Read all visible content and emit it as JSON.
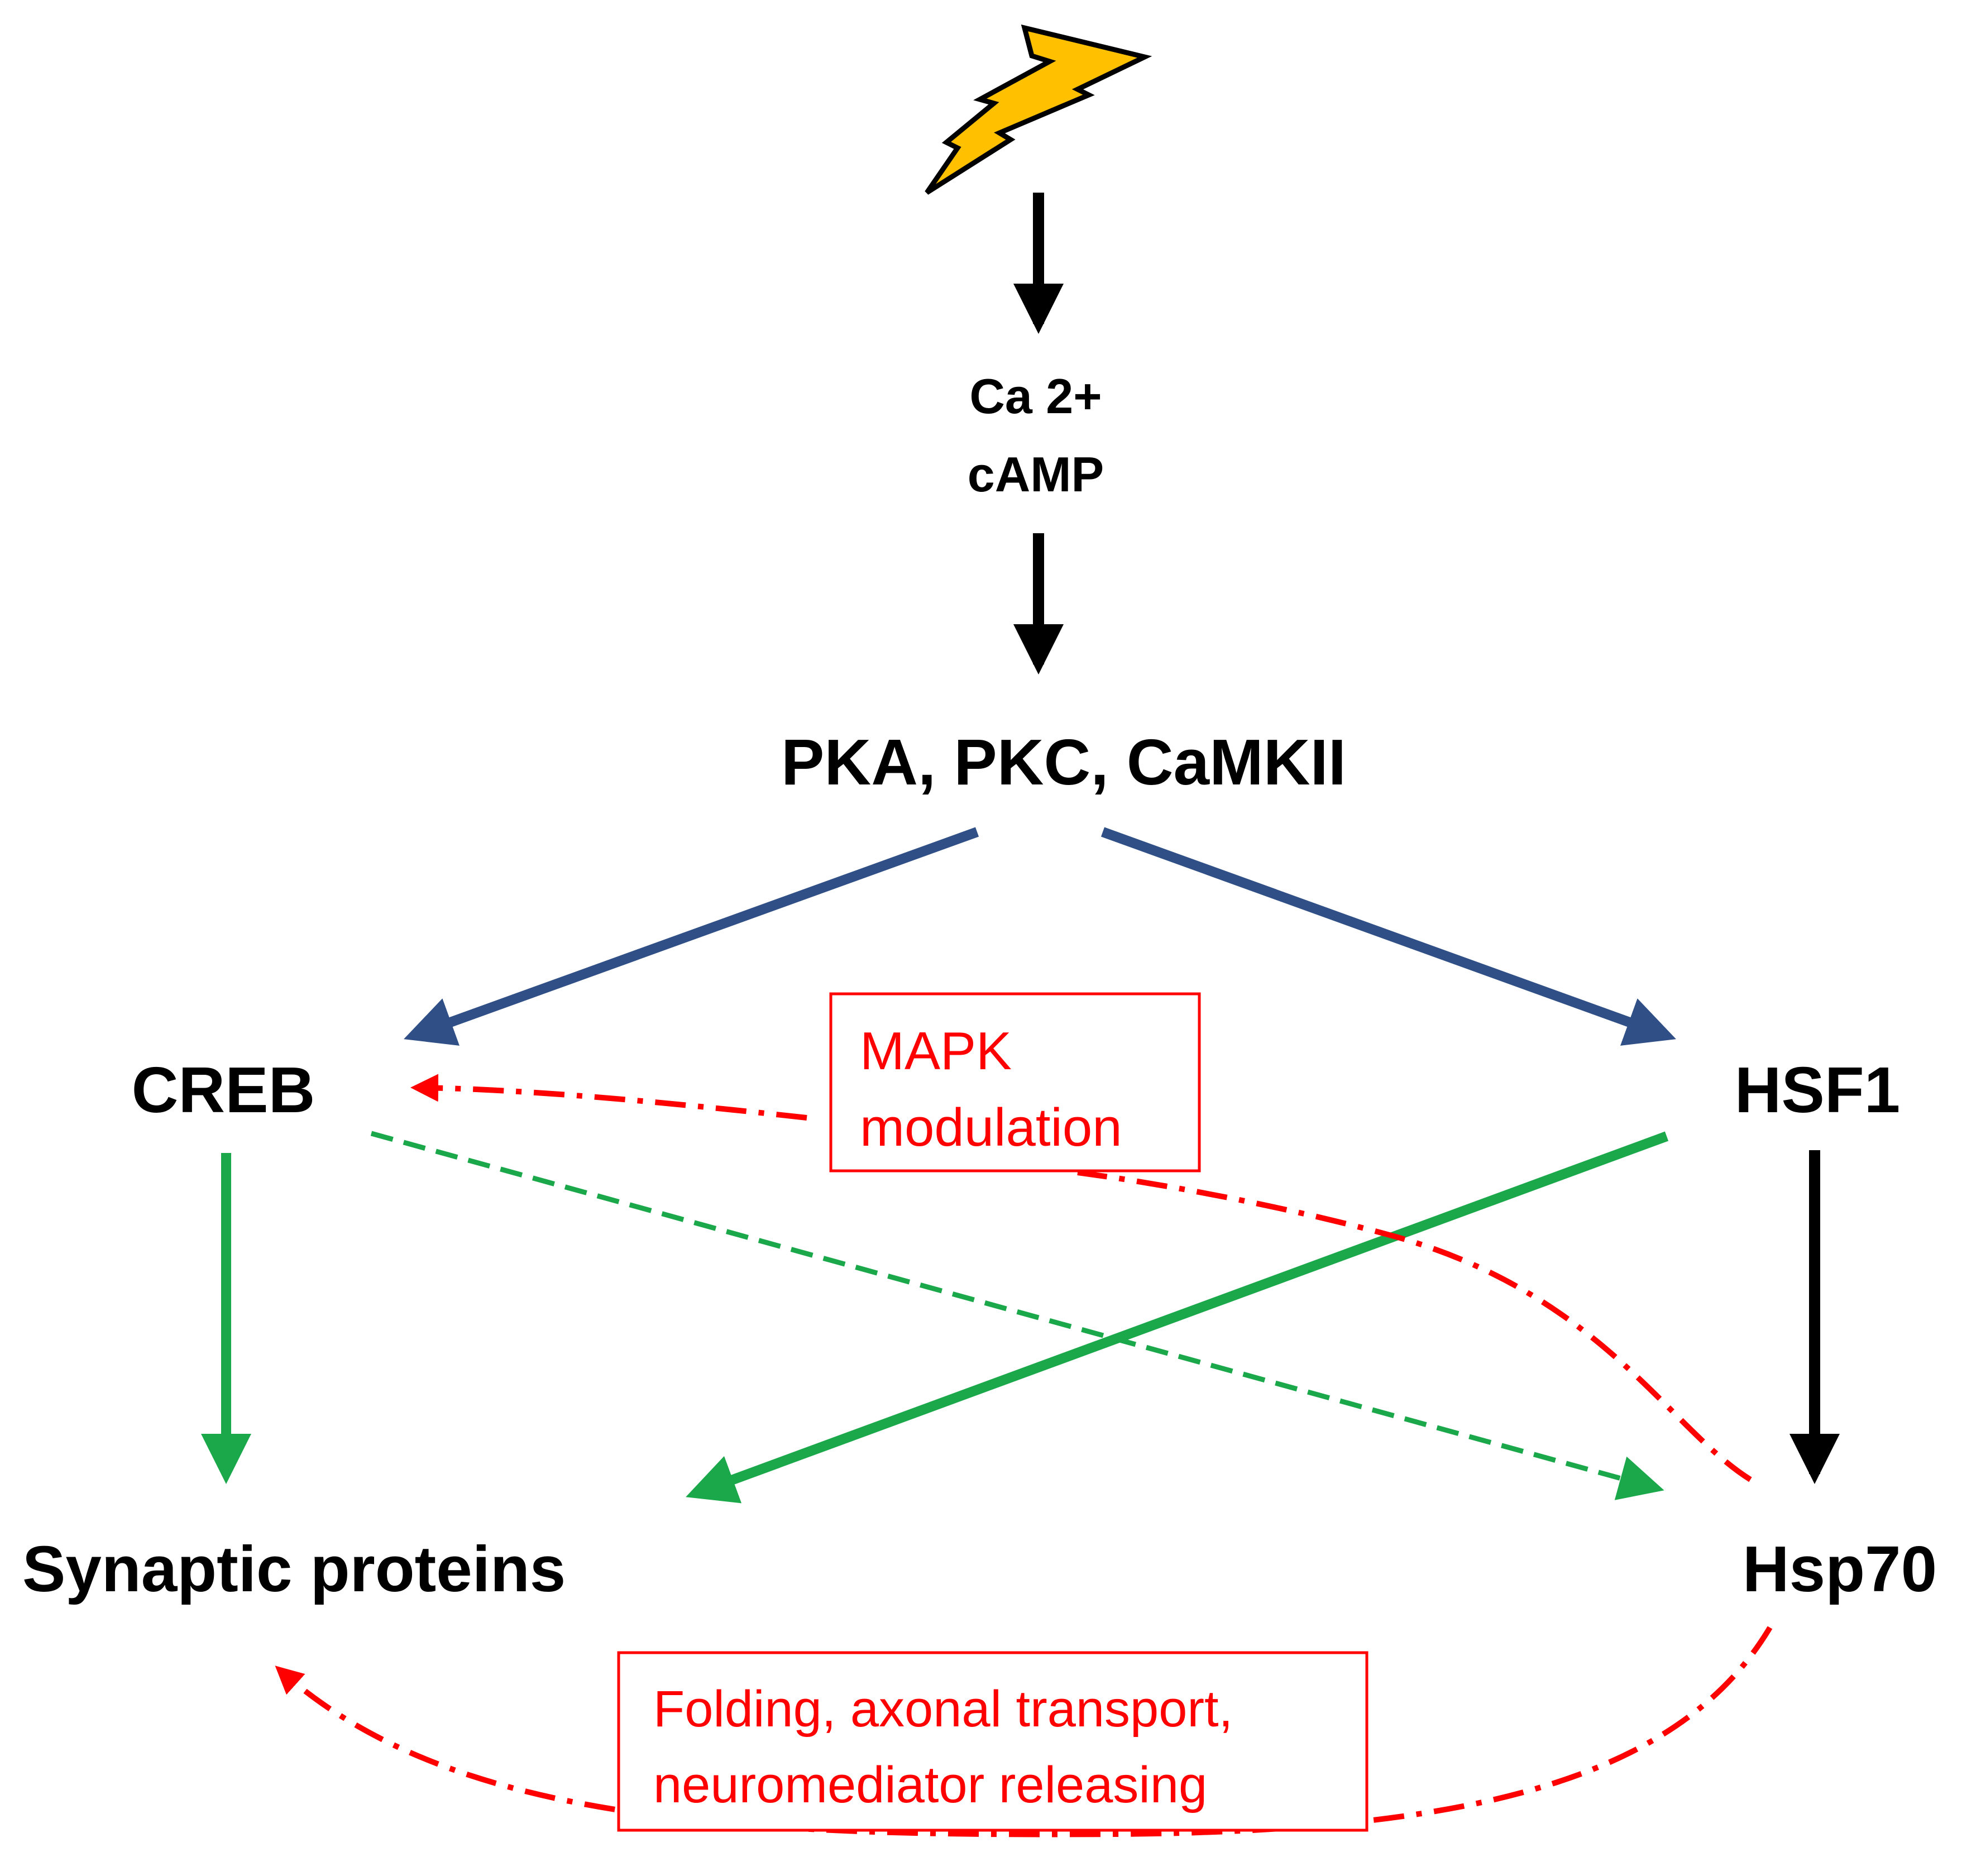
{
  "nodes": {
    "ca": "Ca 2+",
    "camp": "cAMP",
    "kinases": "PKA, PKC, CaMKII",
    "creb": "CREB",
    "hsf1": "HSF1",
    "synaptic": "Synaptic proteins",
    "hsp70": "Hsp70"
  },
  "notes": {
    "mapk_line1": "MAPK",
    "mapk_line2": "modulation",
    "folding_line1": "Folding, axonal transport,",
    "folding_line2": "neuromediator releasing"
  },
  "colors": {
    "black": "#000000",
    "blue": "#2f4f86",
    "green": "#1aa84b",
    "red": "#ff0000",
    "bolt_fill": "#ffc000"
  },
  "icons": {
    "stimulus": "lightning-bolt-icon"
  }
}
